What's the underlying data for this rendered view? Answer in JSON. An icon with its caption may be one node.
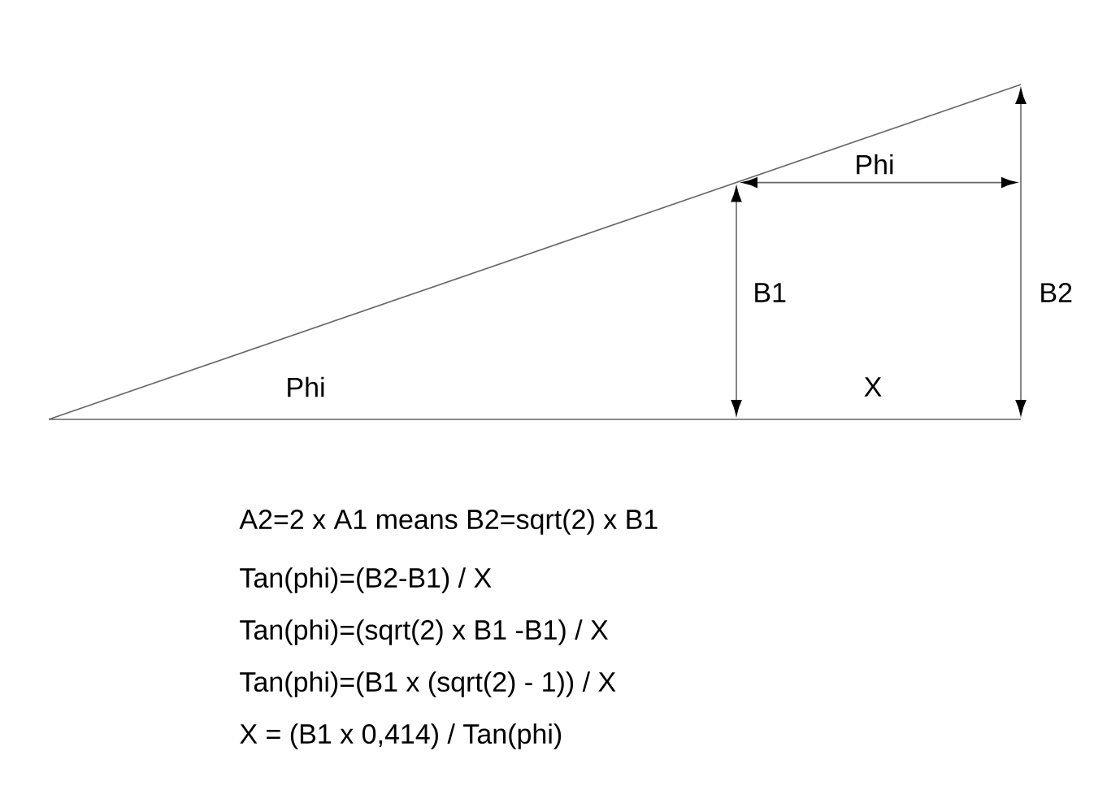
{
  "diagram": {
    "labels": [
      "Phi",
      "B1",
      "B2",
      "Phi",
      "X",
      "A2=2 x A1  means B2=sqrt(2) x B1",
      "Tan(phi)=(B2-B1) / X",
      "Tan(phi)=(sqrt(2) x B1 -B1) / X",
      "Tan(phi)=(B1 x (sqrt(2) - 1)) / X",
      "X = (B1 x 0,414) / Tan(phi)"
    ]
  }
}
